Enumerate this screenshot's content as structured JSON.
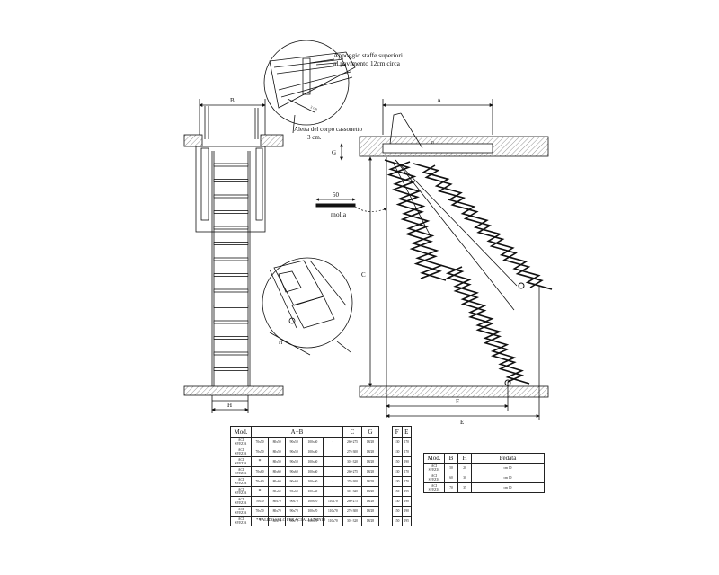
{
  "labels": {
    "B": "B",
    "A": "A",
    "C": "C",
    "D": "D",
    "E": "E",
    "F": "F",
    "G": "G",
    "H": "H",
    "fifty": "50",
    "molla": "molla",
    "appoggio1": "Appoggio staffe superiori",
    "appoggio2": "al pavimento 12cm circa",
    "aletta1": "Aletta del corpo cassonetto",
    "aletta2": "3 cm.",
    "detail_small": "3 cm"
  },
  "main_table": {
    "headers": [
      "Mod.",
      "A+B",
      "C",
      "G"
    ],
    "rows": [
      {
        "mod": [
          "ACI",
          "SVEZIA"
        ],
        "sizes": [
          "70x50",
          "80x50",
          "90x50",
          "100x50",
          "-"
        ],
        "c": "260-275",
        "g": "18/28",
        "star": false
      },
      {
        "mod": [
          "ACI",
          "SVEZIA"
        ],
        "sizes": [
          "70x50",
          "80x50",
          "90x50",
          "100x50",
          "-"
        ],
        "c": "276-300",
        "g": "18/28",
        "star": false
      },
      {
        "mod": [
          "ACI",
          "SVEZIA"
        ],
        "sizes": [
          "",
          "80x50",
          "90x50",
          "100x50",
          "-"
        ],
        "c": "301-320",
        "g": "18/28",
        "star": true
      },
      {
        "mod": [
          "ACI",
          "SVEZIA"
        ],
        "sizes": [
          "70x60",
          "80x60",
          "90x60",
          "100x60",
          "-"
        ],
        "c": "260-275",
        "g": "18/28",
        "star": false
      },
      {
        "mod": [
          "ACI",
          "SVEZIA"
        ],
        "sizes": [
          "70x60",
          "80x60",
          "90x60",
          "100x60",
          "-"
        ],
        "c": "276-300",
        "g": "18/28",
        "star": false
      },
      {
        "mod": [
          "ACI",
          "SVEZIA"
        ],
        "sizes": [
          "",
          "80x60",
          "90x60",
          "100x60",
          "-"
        ],
        "c": "301-320",
        "g": "18/28",
        "star": true
      },
      {
        "mod": [
          "ACI",
          "SVEZIA"
        ],
        "sizes": [
          "70x70",
          "80x70",
          "90x70",
          "100x70",
          "110x70"
        ],
        "c": "260-275",
        "g": "18/28",
        "star": false
      },
      {
        "mod": [
          "ACI",
          "SVEZIA"
        ],
        "sizes": [
          "70x70",
          "80x70",
          "90x70",
          "100x70",
          "110x70"
        ],
        "c": "276-300",
        "g": "18/28",
        "star": false
      },
      {
        "mod": [
          "ACI",
          "SVEZIA"
        ],
        "sizes": [
          "",
          "80x70",
          "90x70",
          "100x70",
          "110x70"
        ],
        "c": "301-320",
        "g": "18/28",
        "star": true
      }
    ],
    "star": "*",
    "footnote": "VALIDO SOLO PER ACI ALLUMINIO"
  },
  "fe_table": {
    "headers": [
      "F",
      "E"
    ],
    "rows": [
      [
        "130",
        "170"
      ],
      [
        "130",
        "170"
      ],
      [
        "150",
        "190"
      ],
      [
        "130",
        "170"
      ],
      [
        "130",
        "170"
      ],
      [
        "150",
        "195"
      ],
      [
        "130",
        "190"
      ],
      [
        "150",
        "190"
      ],
      [
        "150",
        "195"
      ]
    ]
  },
  "pedata_table": {
    "headers": [
      "Mod.",
      "B",
      "H",
      "Pedata"
    ],
    "rows": [
      {
        "mod": [
          "ACI",
          "SVEZIA"
        ],
        "b": "50",
        "h": "20",
        "pedata": "cm 10"
      },
      {
        "mod": [
          "ACI",
          "SVEZIA"
        ],
        "b": "60",
        "h": "30",
        "pedata": "cm 10"
      },
      {
        "mod": [
          "ACI",
          "SVEZIA"
        ],
        "b": "70",
        "h": "35",
        "pedata": "cm 10"
      }
    ]
  },
  "colors": {
    "line": "#111111",
    "hatch": "#555555"
  }
}
